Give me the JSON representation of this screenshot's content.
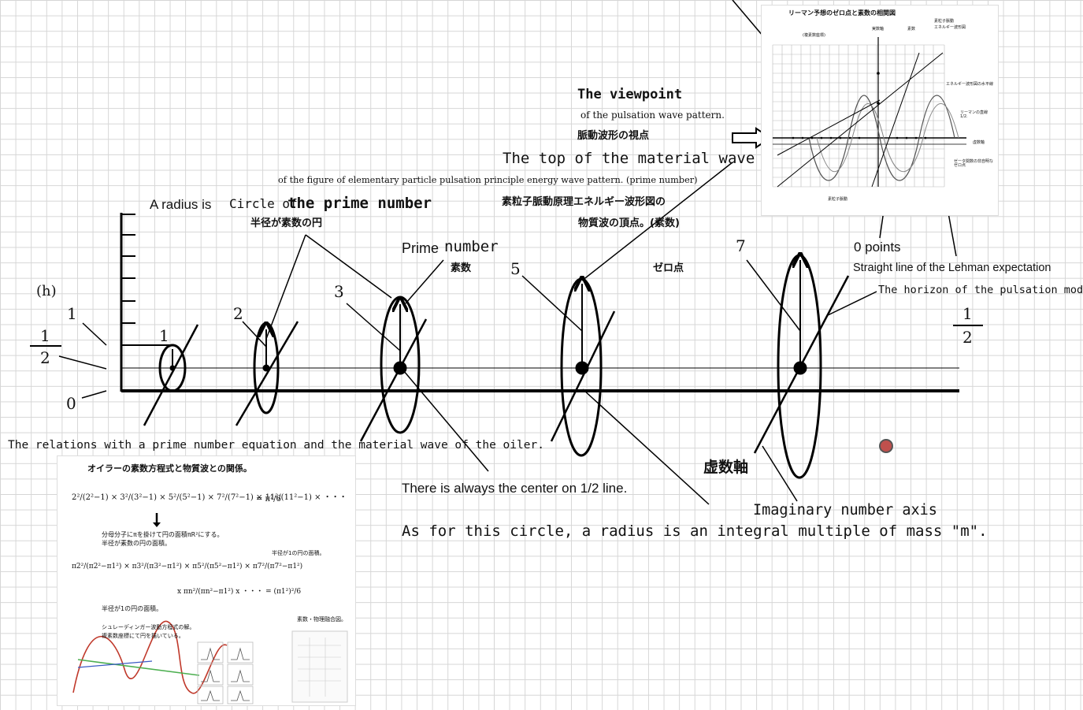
{
  "labels": {
    "viewpoint_title": "The viewpoint",
    "viewpoint_sub": "of the pulsation wave pattern.",
    "viewpoint_jp": "脈動波形の視点",
    "top_wave": "The top of the material wave",
    "top_wave_sub": "of the figure of elementary particle pulsation principle energy wave pattern. (prime number)",
    "top_wave_jp1": "素粒子脈動原理エネルギー波形図の",
    "top_wave_jp2": "物質波の頂点。(素数)",
    "radius_prefix": "A radius is",
    "circle_of": "Circle of",
    "prime_number_bold": "the prime number",
    "radius_jp": "半径が素数の円",
    "prime_word": "Prime",
    "number_word": "number",
    "sosu_jp": "素数",
    "zero_jp": "ゼロ点",
    "zero_points": "0 points",
    "lehman": "Straight line of the Lehman expectation",
    "horizon": "The horizon of the pulsation model",
    "h_label": "(h)",
    "tick_1": "1",
    "half_num": "1",
    "half_den": "2",
    "tick_0": "0",
    "right_half_num": "1",
    "right_half_den": "2",
    "radii": [
      "1",
      "2",
      "3",
      "5",
      "7"
    ],
    "relations": "The relations with a prime number equation and the material wave of the oiler.",
    "center_line": "There is always the center on 1/2 line.",
    "integral": "As for this circle, a radius is an integral multiple of mass \"m\".",
    "kyosu_jp": "虚数軸",
    "imaginary_axis": "Imaginary number axis"
  },
  "top_inset": {
    "title": "リーマン予想のゼロ点と素数の相関図",
    "coord": "(複素数座標)",
    "real_axis": "実数軸",
    "sosu": "素数",
    "particle": "素粒子脈動",
    "energy": "エネルギー波形図",
    "energy_level": "エネルギー波形図の水平線",
    "riemann": "リーマンの直線 1/2.",
    "imag": "虚数軸",
    "zeta": "ゼータ関数の非自明なゼロ点",
    "particle2": "素粒子脈動"
  },
  "bottom_inset": {
    "title": "オイラーの素数方程式と物質波との関係。",
    "eq1_rhs": "= π²/6",
    "note1": "分母分子にπを掛けて円の面積πR²にする。",
    "note2": "半径が素数の円の面積。",
    "note3": "半径が1の円の面積。",
    "note4": "半径が1の円の面積。",
    "ellipsis": "x ・・・",
    "schrodinger1": "シュレーディンガー波動方程式の解。",
    "schrodinger2": "複素数座標にて円を描いている。",
    "fusion": "素数・物理融合図。"
  },
  "colors": {
    "dot": "#c0504d",
    "line": "#000000",
    "green": "#4caf50",
    "red": "#c0392b",
    "blue": "#3b5bc4"
  }
}
